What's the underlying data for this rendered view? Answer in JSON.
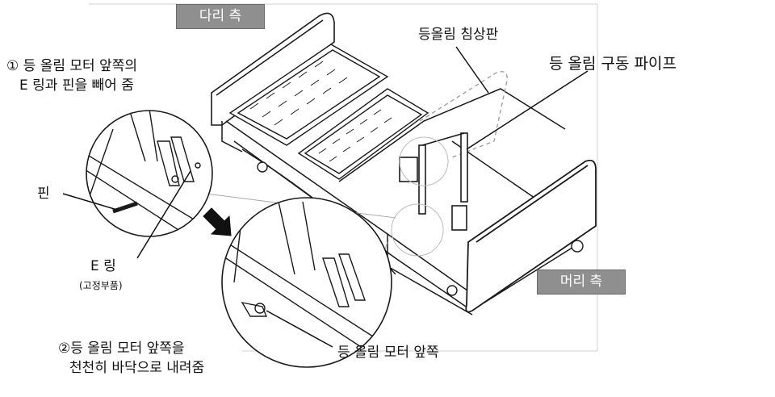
{
  "labels": {
    "leg_side": "다리 측",
    "head_side": "머리 측",
    "back_board": "등올림 침상판",
    "drive_pipe": "등 올림 구동 파이프",
    "step1_line1": "①  등 올림 모터 앞쪽의",
    "step1_line2": "E 링과 핀을 빼어 줌",
    "pin": "핀",
    "ering": "E 링",
    "ering_sub": "(고정부품)",
    "step2_line1": "②등 올림 모터 앞쪽을",
    "step2_line2": "천천히 바닥으로 내려줌",
    "motor_front": "등 올림 모터 앞쪽"
  },
  "colors": {
    "tag_bg": "#8f8f8f",
    "line": "#1a1a1a",
    "dashed": "#9a9a9a"
  }
}
